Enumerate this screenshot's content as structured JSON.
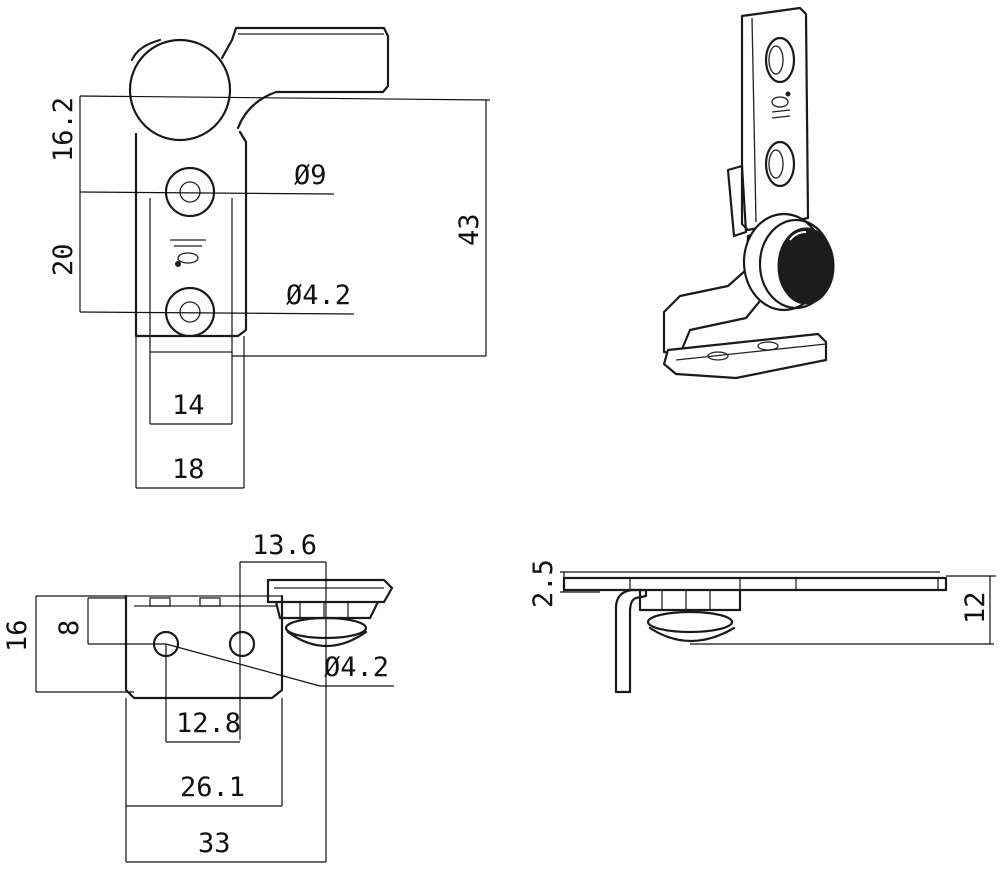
{
  "top_view": {
    "dim_16_2": "16.2",
    "dim_20": "20",
    "dim_43": "43",
    "dim_9": "Ø9",
    "dim_4_2": "Ø4.2",
    "dim_14": "14",
    "dim_18": "18"
  },
  "front_view": {
    "dim_13_6": "13.6",
    "dim_16": "16",
    "dim_8": "8",
    "dim_4_2": "Ø4.2",
    "dim_12_8": "12.8",
    "dim_26_1": "26.1",
    "dim_33": "33"
  },
  "side_view": {
    "dim_2_5": "2.5",
    "dim_12": "12"
  }
}
